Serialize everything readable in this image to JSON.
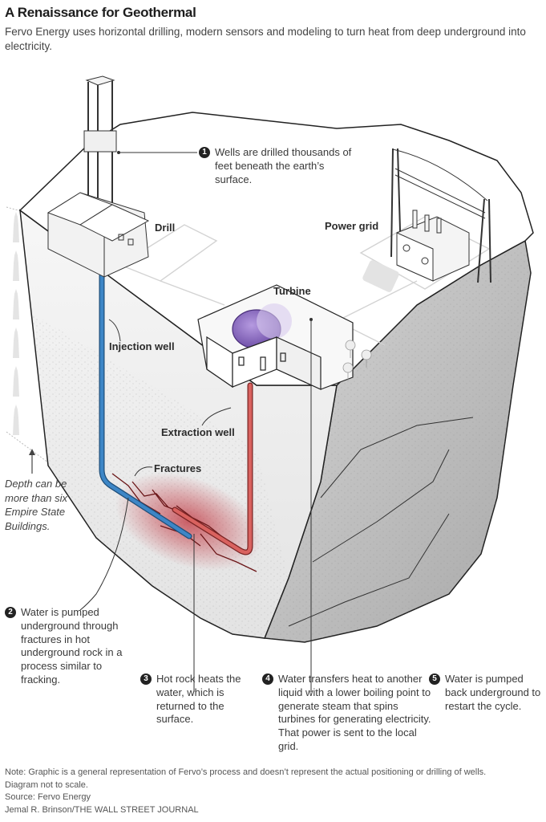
{
  "header": {
    "title": "A Renaissance for Geothermal",
    "subtitle": "Fervo Energy uses horizontal drilling, modern sensors and modeling to turn heat from deep underground into electricity."
  },
  "labels": {
    "drill": "Drill",
    "power_grid": "Power grid",
    "turbine": "Turbine",
    "injection_well": "Injection well",
    "extraction_well": "Extraction well",
    "fractures": "Fractures"
  },
  "depth_note": "Depth can be more than six Empire State Buildings.",
  "steps": [
    {
      "number": "1",
      "text": "Wells are drilled thousands of feet beneath the earth’s surface."
    },
    {
      "number": "2",
      "text": "Water is pumped underground through fractures in hot underground rock in a process similar to fracking."
    },
    {
      "number": "3",
      "text": "Hot rock heats the water, which is returned to the surface."
    },
    {
      "number": "4",
      "text": "Water transfers heat to another liquid with a lower boiling point to generate steam that spins turbines for generating electricity. That power is sent to the local grid."
    },
    {
      "number": "5",
      "text": "Water is pumped back underground to restart the cycle."
    }
  ],
  "colors": {
    "injection_well": "#3d86c6",
    "extraction_well": "#d9625f",
    "heat_glow": "#c0303a",
    "turbine": "#8c6cc4"
  },
  "footer": {
    "note": "Note: Graphic is a general representation of Fervo’s process and doesn’t represent the actual positioning or drilling of wells.",
    "note_line2": "Diagram not to scale.",
    "source": "Source: Fervo Energy",
    "credit": "Jemal R. Brinson/THE WALL STREET JOURNAL"
  }
}
